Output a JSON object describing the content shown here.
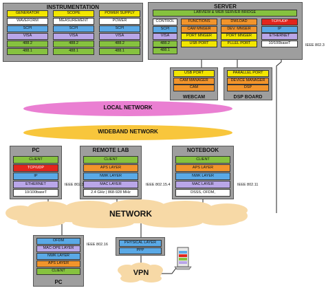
{
  "colors": {
    "yellow": "#f2e600",
    "blue": "#5aa9e6",
    "violet": "#b9a6e8",
    "green": "#86c23f",
    "red": "#e2261d",
    "orange": "#f2942b",
    "pink": "#ea7fd2",
    "mango": "#f8c63c",
    "cloud": "#f7d9a6",
    "gray": "#9e9e9e"
  },
  "instrumentation": {
    "title": "INSTRUMENTATION",
    "columns": [
      {
        "header": "GENERATOR",
        "rows": [
          "WAVEFORM",
          "SCPI",
          "VISA",
          "488.2",
          "488.1"
        ]
      },
      {
        "header": "SCOPE",
        "rows": [
          "MEASUREMENT",
          "SCPI",
          "VISA",
          "488.2",
          "488.1"
        ]
      },
      {
        "header": "POWER SUPPLY",
        "rows": [
          "POWER",
          "SCPI",
          "VISA",
          "488.2",
          "488.1"
        ]
      }
    ]
  },
  "server": {
    "title": "SERVER",
    "bridge": "LABVIEW & WEB SERVER BRIDGE",
    "control_col": [
      "CONTROL",
      "SCPI",
      "VISA",
      "488.2",
      "488.1"
    ],
    "functions_col": [
      "FUNCTIONS",
      "CAM MNGER",
      "PORT MNGER",
      "USB PORT"
    ],
    "download_col": [
      "DWLOAD",
      "DEV. MNGER",
      "PORT MNGER",
      "P.LLEL PORT"
    ],
    "net_col": [
      "TCP/UDP",
      "IP",
      "ETHERNET",
      "10/100baseT"
    ],
    "ieee_label": "IEEE 802.3"
  },
  "webcam": {
    "label": "WEBCAM",
    "rows": [
      "USB PORT",
      "CAM MANAGER",
      "CAM"
    ]
  },
  "dsp": {
    "label": "DSP BOARD",
    "rows": [
      "PARALLEL PORT",
      "DEVICE MANAGER",
      "DSP"
    ]
  },
  "local_network": "LOCAL NETWORK",
  "wideband_network": "WIDEBAND NETWORK",
  "pc1": {
    "title": "PC",
    "rows": [
      "CLIENT",
      "TCP/UDP",
      "IP",
      "ETHERNET",
      "10/100baseT"
    ],
    "ieee": "IEEE 802.3"
  },
  "remote": {
    "title": "REMOTE LAB",
    "rows": [
      "CLIENT",
      "APS LAYER",
      "NWK LAYER",
      "MAC LAYER",
      "2.4 GHz | 868-928 MHz"
    ],
    "ieee": "IEEE 802.15.4"
  },
  "notebook": {
    "title": "NOTEBOOK",
    "rows": [
      "CLIENT",
      "APS LAYER",
      "NWK LAYER",
      "MAC LAYER",
      "DSSS, OFDM,"
    ],
    "ieee": "IEEE 802.11"
  },
  "network": "NETWORK",
  "pc2": {
    "title": "PC",
    "rows": [
      "OFDM",
      "MAC-OPE LAYER",
      "NWK LAYER",
      "APS LAYER",
      "CLIENT"
    ],
    "ieee": "IEEE 802.16"
  },
  "vpn_stack": {
    "rows": [
      "PHYSICAL LAYER",
      "PPP"
    ]
  },
  "vpn": "VPN"
}
